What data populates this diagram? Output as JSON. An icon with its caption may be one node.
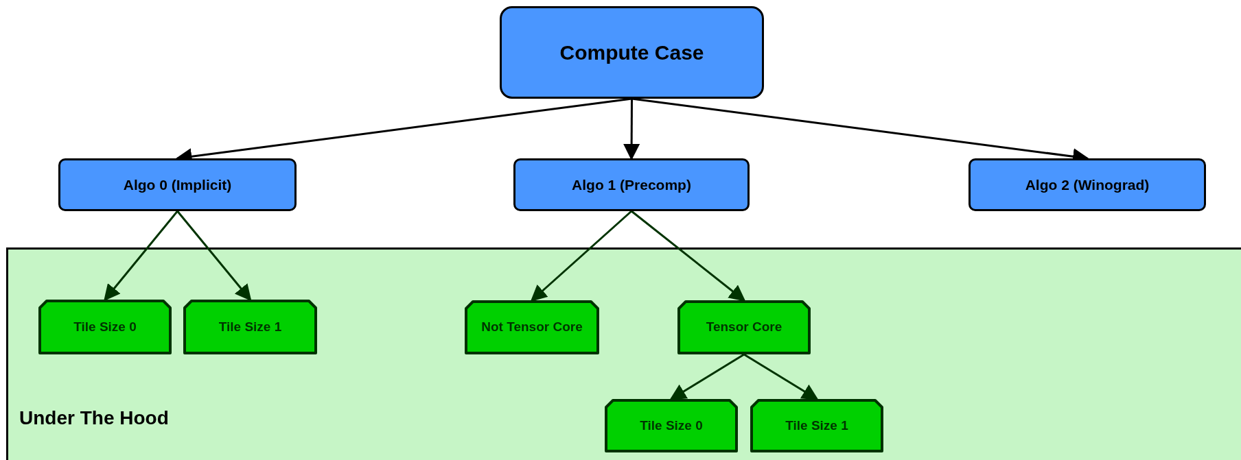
{
  "diagram": {
    "nodes": [
      {
        "text": [
          "Compute Case"
        ]
      },
      {
        "text": [
          "Algo 0 (Implicit)"
        ]
      },
      {
        "text": [
          "Algo 1 (Precomp)"
        ]
      },
      {
        "text": [
          "Algo 2 (Winograd)"
        ]
      },
      {
        "text": [
          "Under The Hood"
        ]
      },
      {
        "text": [
          "Tile Size 0"
        ],
        "in": 4
      },
      {
        "text": [
          "Tile Size 1"
        ],
        "in": 4
      },
      {
        "text": [
          "Not Tensor Core"
        ],
        "in": 4
      },
      {
        "text": [
          "Tensor Core"
        ],
        "in": 4
      },
      {
        "text": [
          "Tile Size 0"
        ],
        "in": 4
      },
      {
        "text": [
          "Tile Size 1"
        ],
        "in": 4
      }
    ],
    "edges": [
      {
        "from": 0,
        "to": 1,
        "arrow": "to",
        "color": "#000000"
      },
      {
        "from": 0,
        "to": 2,
        "arrow": "to",
        "color": "#000000"
      },
      {
        "from": 0,
        "to": 3,
        "arrow": "to",
        "color": "#000000"
      },
      {
        "from": 1,
        "to": 5,
        "arrow": "to"
      },
      {
        "from": 1,
        "to": 6,
        "arrow": "to"
      },
      {
        "from": 2,
        "to": 7,
        "arrow": "to"
      },
      {
        "from": 2,
        "to": 8,
        "arrow": "to"
      },
      {
        "from": 8,
        "to": 9,
        "arrow": "to"
      },
      {
        "from": 8,
        "to": 10,
        "arrow": "to"
      }
    ]
  }
}
